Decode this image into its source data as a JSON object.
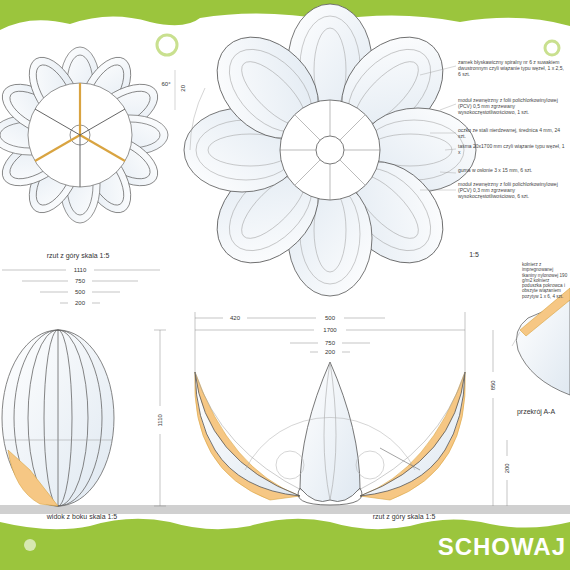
{
  "diagram": {
    "labels": [
      "zamek błyskawiczny spiralny nr 6 z suwakiem dwustronnym czyli wiązanie typu węzeł, 1 x 2,5, 6 szt.",
      "moduł zewnętrzny z folii polichlorkowinylowej (PCV) 0,5 mm zgrzewany wysokoczęstotliwościowo, 1 szt.",
      "oczko ze stali nierdzewnej, średnica 4 mm, 24 szt.",
      "taśma 20x1700 mm czyli wiązanie typu węzeł, 1 x",
      "guma w osłonie 3 x 15 mm, 6 szt.",
      "moduł zewnętrzny z folii polichlorkowinylowej (PCV) 0,3 mm zgrzewany wysokoczęstotliwościowo, 6 szt.",
      "60°",
      "20",
      "rzut z góry skala 1:5",
      "1110",
      "750",
      "500",
      "200",
      "1:5",
      "420",
      "500",
      "1700",
      "750",
      "200",
      "1110",
      "850",
      "200",
      "kołnierz z impregnowanej tkaniny nylonowej 190 g/m2 kołnierz poduszka pokrowca i obszyte wiązaniem pozytyw 1 x 6, 4 szt.",
      "przekrój A-A",
      "widok z boku skala 1:5",
      "rzut z góry skala 1:5",
      "SCHOWAJ"
    ]
  }
}
